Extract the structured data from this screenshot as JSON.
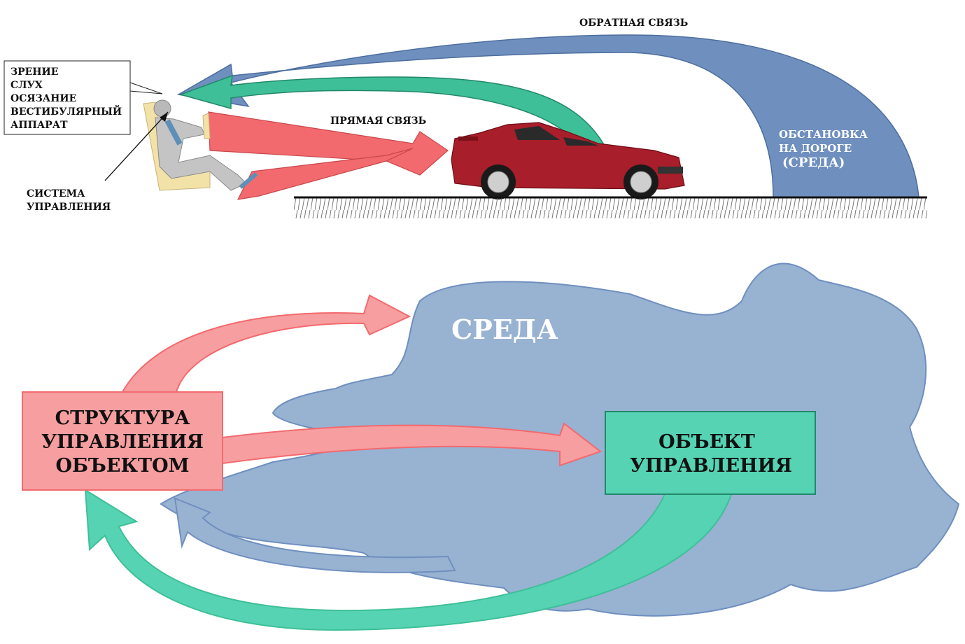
{
  "top": {
    "feedback_label": "ОБРАТНАЯ СВЯЗЬ",
    "forward_label": "ПРЯМАЯ СВЯЗЬ",
    "senses": [
      "ЗРЕНИЕ",
      "СЛУХ",
      "ОСЯЗАНИЕ",
      "ВЕСТИБУЛЯРНЫЙ",
      "АППАРАТ"
    ],
    "control_system": [
      "СИСТЕМА",
      "УПРАВЛЕНИЯ"
    ],
    "road_env": [
      "ОБСТАНОВКА",
      "НА ДОРОГЕ",
      "(СРЕДА)"
    ]
  },
  "bottom": {
    "environment_label": "СРЕДА",
    "control_structure": [
      "СТРУКТУРА",
      "УПРАВЛЕНИЯ",
      "ОБЪЕКТОМ"
    ],
    "control_object": [
      "ОБЪЕКТ",
      "УПРАВЛЕНИЯ"
    ]
  },
  "colors": {
    "blue": "#6f8fbf",
    "blue_light": "#98b2d2",
    "green": "#3fbf97",
    "green_box": "#55d3b3",
    "red": "#f26a6e",
    "red_box": "#f79ea0",
    "car": "#a81e2a"
  }
}
